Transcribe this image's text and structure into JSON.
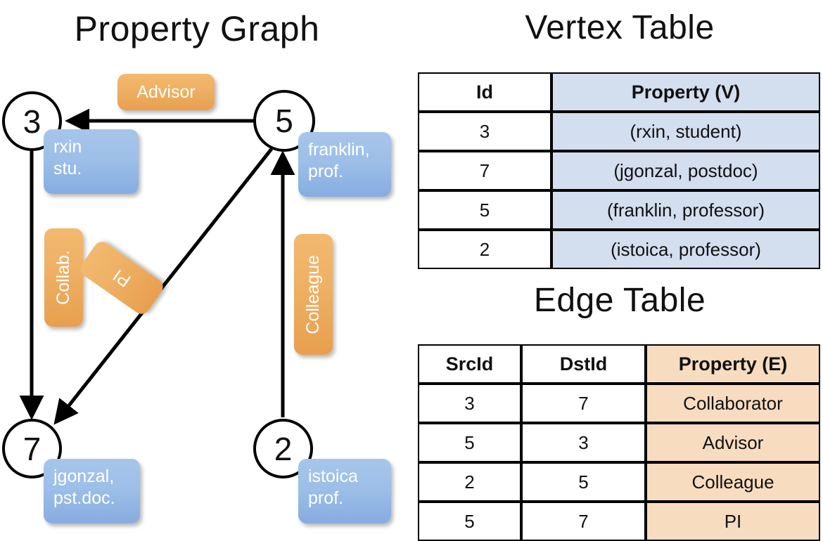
{
  "panels": {
    "graph_title": "Property Graph",
    "vertex_title": "Vertex Table",
    "edge_title": "Edge Table"
  },
  "colors": {
    "vertex_property_fill": "#d3deef",
    "edge_property_fill": "#f7dcc0",
    "node_box_blue": "#9dbfe8",
    "edge_label_orange": "#eeb064",
    "stroke": "#000000"
  },
  "graph": {
    "nodes": [
      {
        "id": "3",
        "label": "3",
        "property_line1": "rxin",
        "property_line2": "stu."
      },
      {
        "id": "5",
        "label": "5",
        "property_line1": "franklin,",
        "property_line2": "prof."
      },
      {
        "id": "7",
        "label": "7",
        "property_line1": "jgonzal,",
        "property_line2": "pst.doc."
      },
      {
        "id": "2",
        "label": "2",
        "property_line1": "istoica",
        "property_line2": "prof."
      }
    ],
    "edge_labels": [
      {
        "name": "advisor",
        "text": "Advisor",
        "orientation": "horizontal"
      },
      {
        "name": "collab",
        "text": "Collab.",
        "orientation": "vertical"
      },
      {
        "name": "pi",
        "text": "PI",
        "orientation": "rotated"
      },
      {
        "name": "colleague",
        "text": "Colleague",
        "orientation": "vertical"
      }
    ]
  },
  "vertex_table": {
    "headers": [
      "Id",
      "Property (V)"
    ],
    "rows": [
      {
        "id": "3",
        "property": "(rxin, student)"
      },
      {
        "id": "7",
        "property": "(jgonzal, postdoc)"
      },
      {
        "id": "5",
        "property": "(franklin, professor)"
      },
      {
        "id": "2",
        "property": "(istoica, professor)"
      }
    ]
  },
  "edge_table": {
    "headers": [
      "SrcId",
      "DstId",
      "Property (E)"
    ],
    "rows": [
      {
        "src": "3",
        "dst": "7",
        "property": "Collaborator"
      },
      {
        "src": "5",
        "dst": "3",
        "property": "Advisor"
      },
      {
        "src": "2",
        "dst": "5",
        "property": "Colleague"
      },
      {
        "src": "5",
        "dst": "7",
        "property": "PI"
      }
    ]
  }
}
